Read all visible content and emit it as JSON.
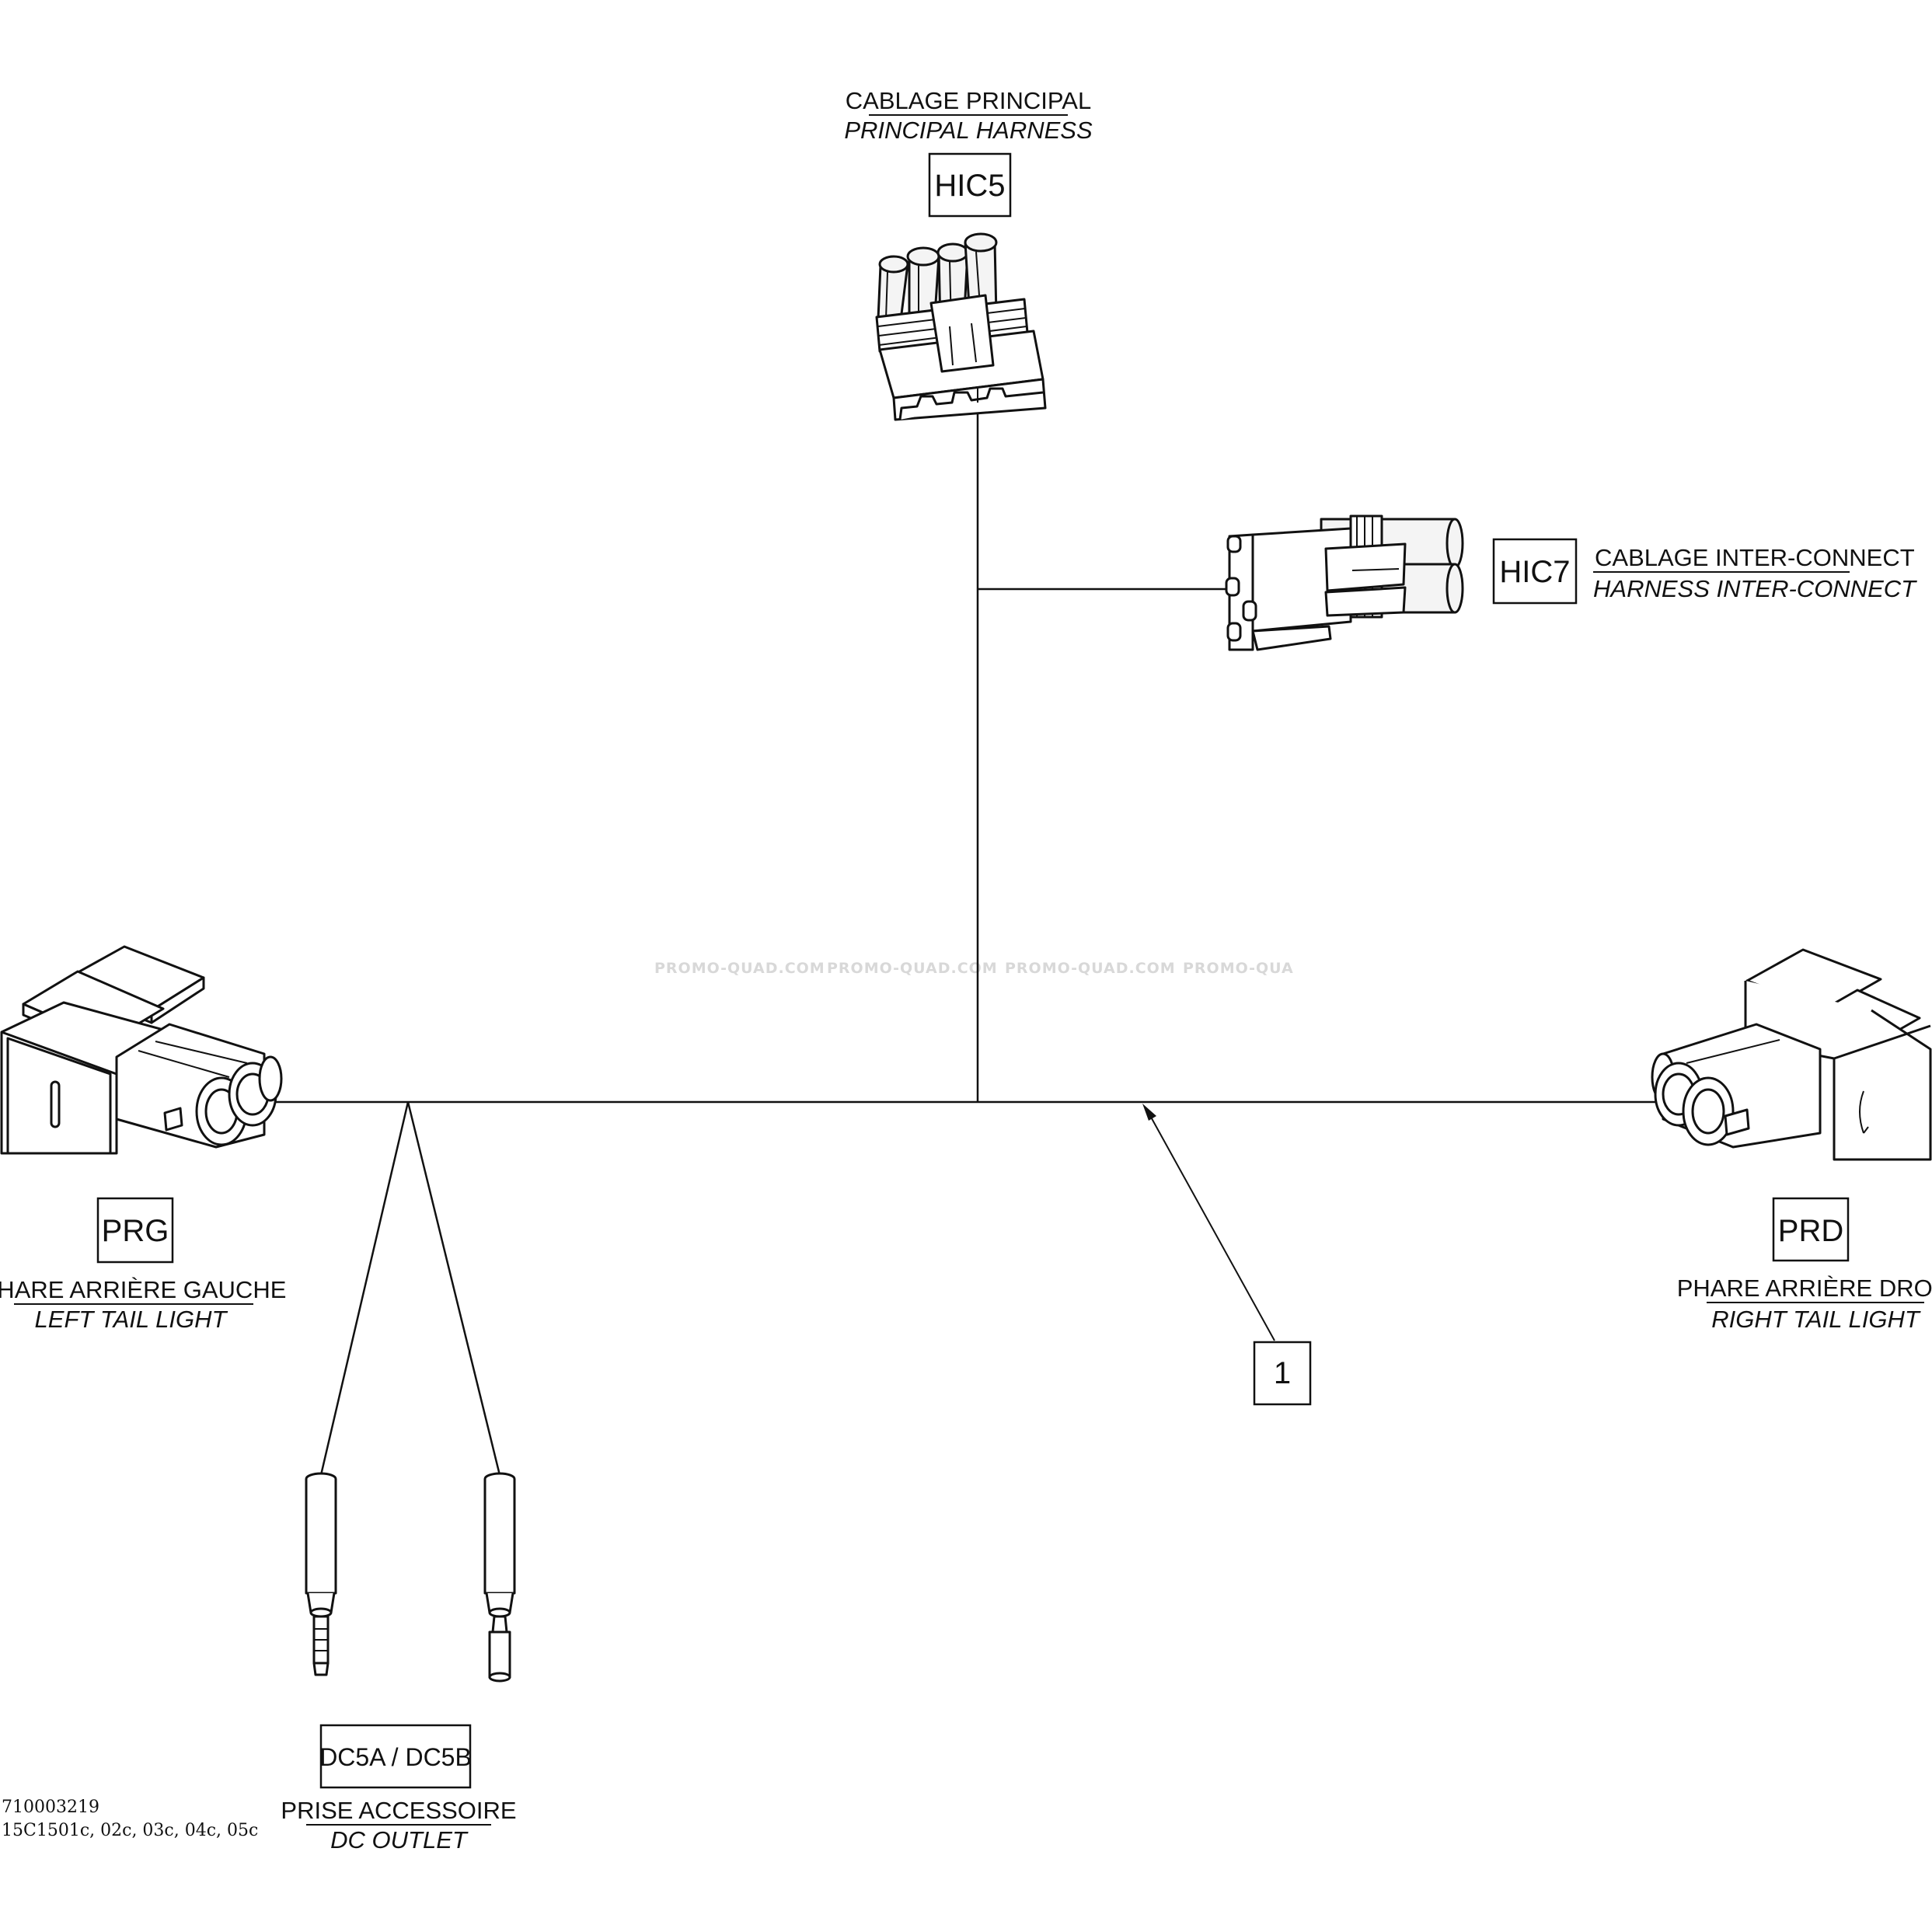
{
  "connectors": {
    "hic5": {
      "code": "HIC5",
      "label_fr": "CABLAGE PRINCIPAL",
      "label_en": "PRINCIPAL HARNESS"
    },
    "hic7": {
      "code": "HIC7",
      "label_fr": "CABLAGE INTER-CONNECT",
      "label_en": "HARNESS INTER-CONNECT"
    },
    "prg": {
      "code": "PRG",
      "label_fr": "PHARE ARRIÈRE GAUCHE",
      "label_en": "LEFT TAIL LIGHT"
    },
    "prd": {
      "code": "PRD",
      "label_fr": "PHARE ARRIÈRE DROIT",
      "label_en": "RIGHT TAIL LIGHT"
    },
    "dc5": {
      "code": "DC5A / DC5B",
      "label_fr": "PRISE ACCESSOIRE",
      "label_en": "DC OUTLET"
    }
  },
  "callout": {
    "number": "1"
  },
  "watermark": {
    "text": "PROMO-QUAD.COM",
    "truncated": "PROMO-QUA"
  },
  "footer": {
    "part_number": "710003219",
    "figure_codes": "15C1501c, 02c, 03c, 04c, 05c"
  }
}
